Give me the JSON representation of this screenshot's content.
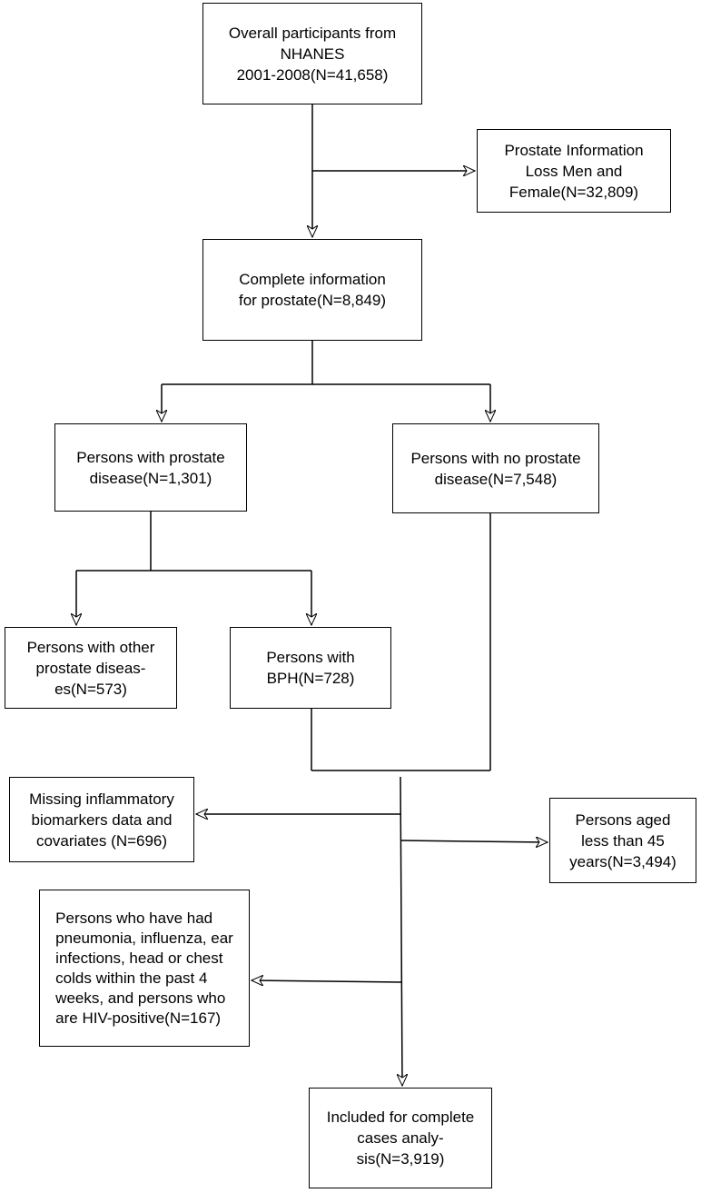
{
  "boxes": {
    "overall": "Overall participants from\nNHANES\n2001-2008(N=41,658)",
    "loss": "Prostate Information\nLoss Men and\nFemale(N=32,809)",
    "complete": "Complete information\nfor prostate(N=8,849)",
    "disease": "Persons with prostate\ndisease(N=1,301)",
    "no_disease": "Persons with no prostate\ndisease(N=7,548)",
    "other": "Persons with other\nprostate diseas-\nes(N=573)",
    "bph": "Persons with\nBPH(N=728)",
    "missing": "Missing inflammatory\nbiomarkers data and\ncovariates (N=696)",
    "aged": "Persons aged\nless than 45\nyears(N=3,494)",
    "hiv": "Persons who have had\npneumonia, influenza, ear\ninfections, head or chest\ncolds within the past 4\nweeks, and persons who\nare HIV-positive(N=167)",
    "included": "Included for complete\ncases analy-\nsis(N=3,919)"
  },
  "colors": {
    "line": "#000000",
    "arrowhead_fill": "#ffffff",
    "box_border": "#000000"
  }
}
